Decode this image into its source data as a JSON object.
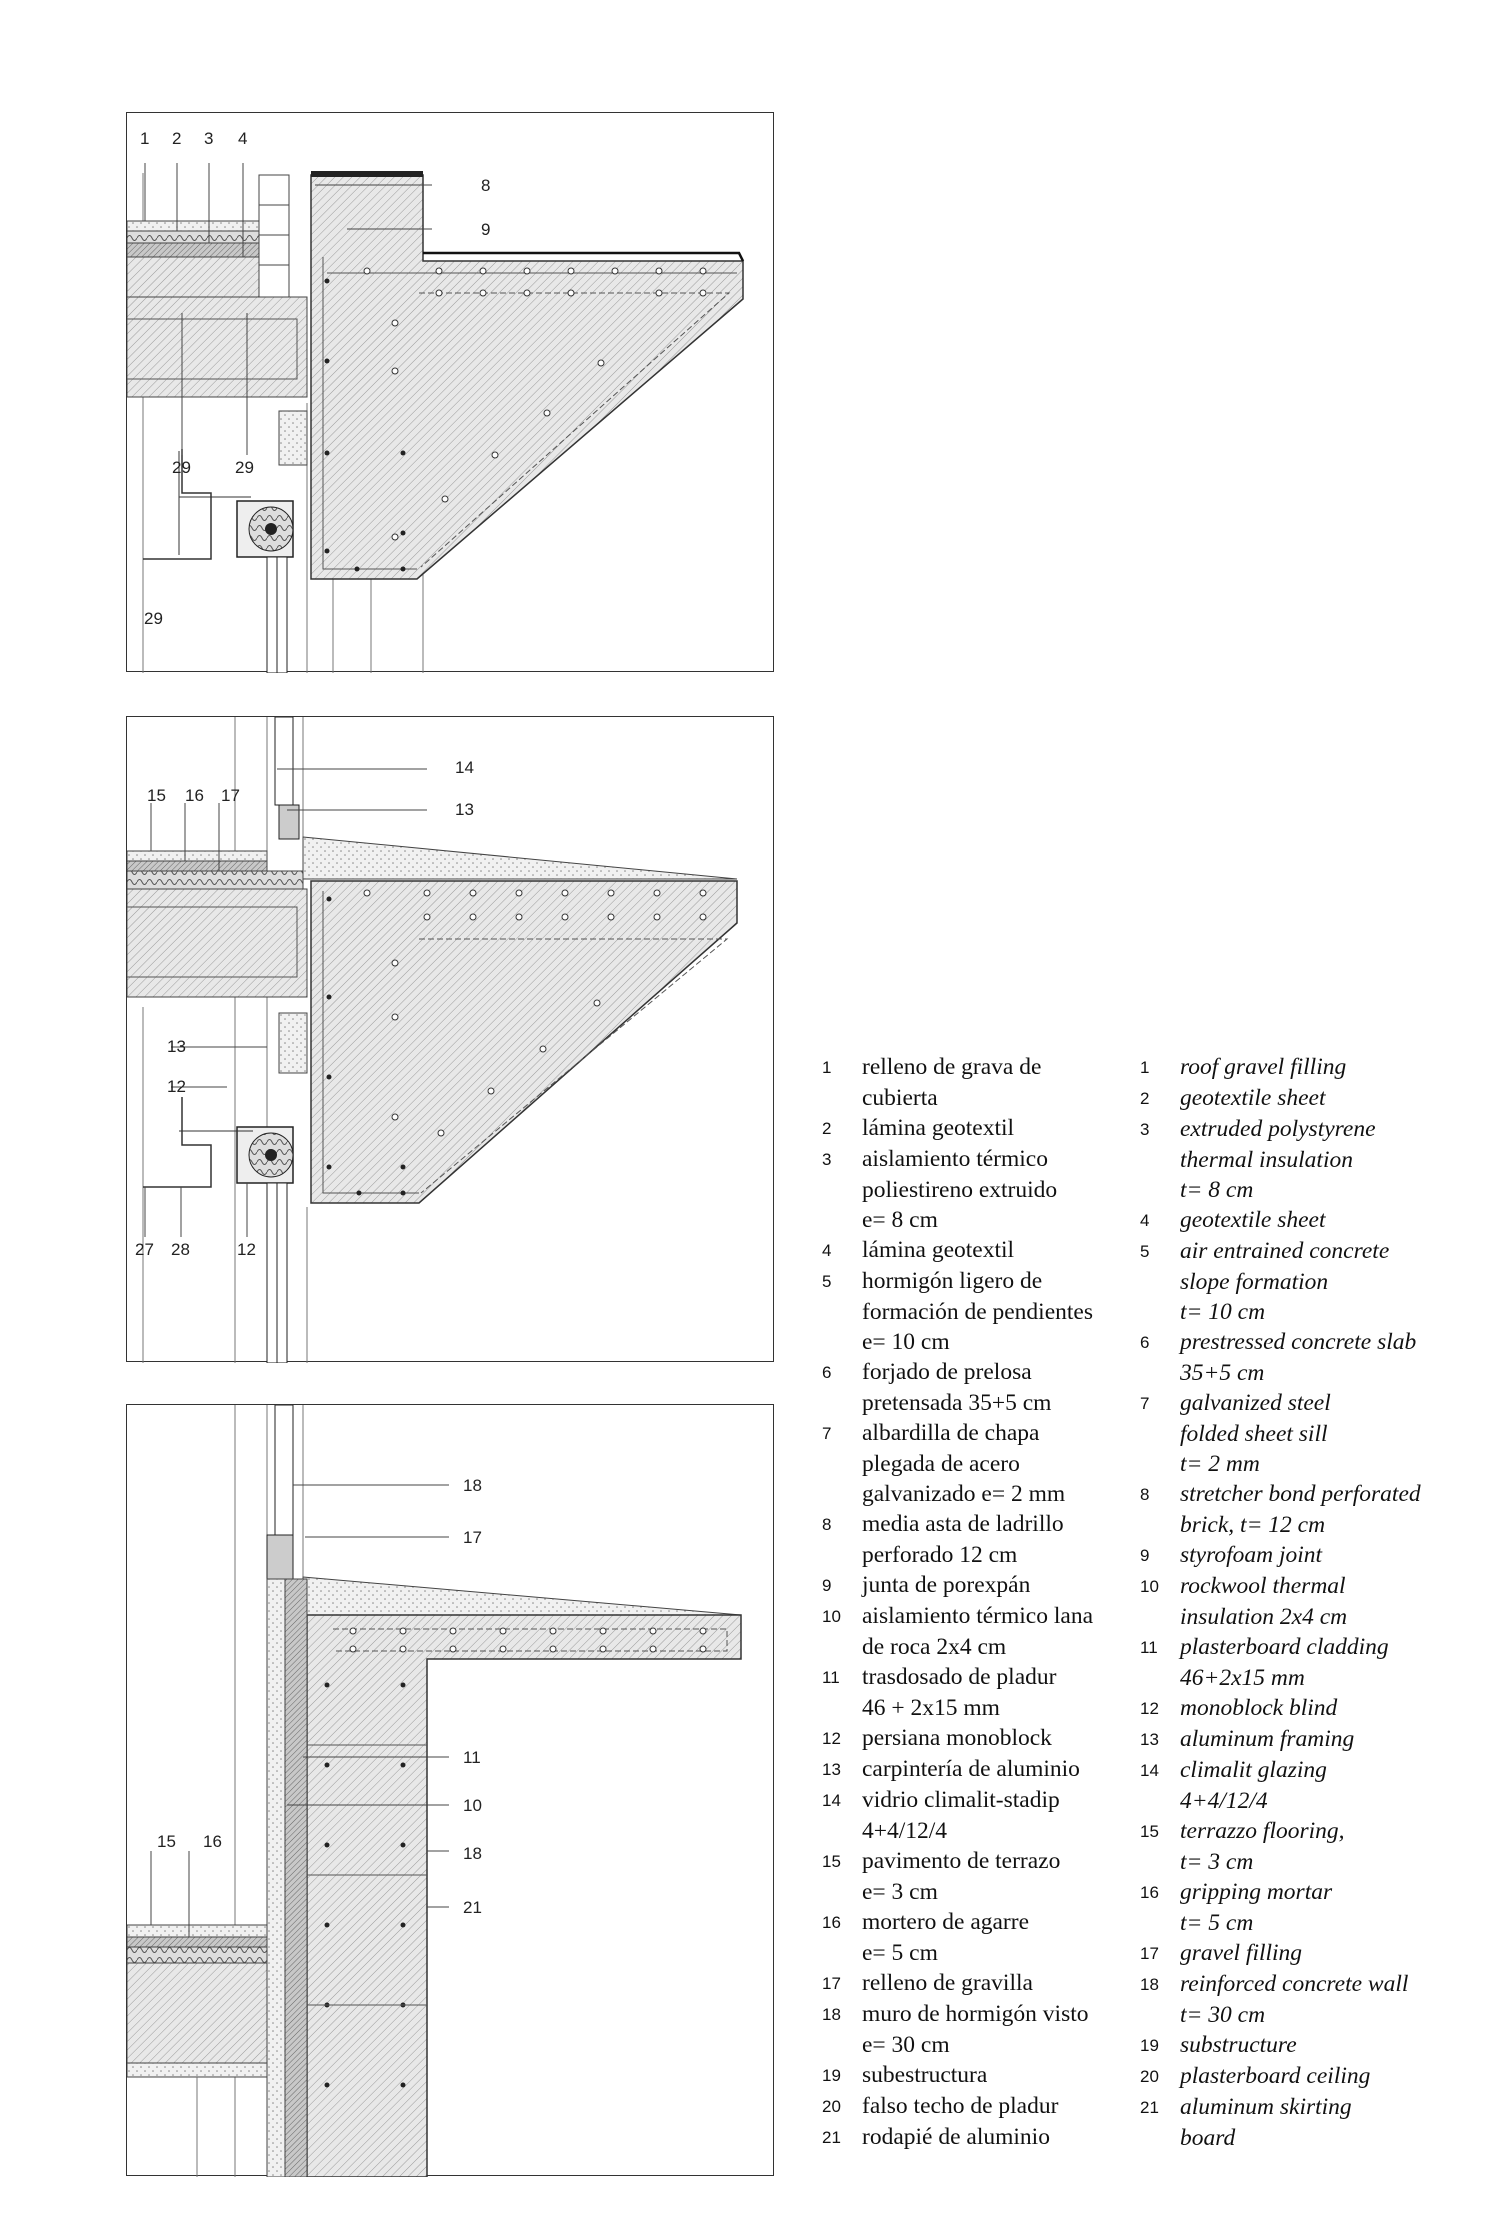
{
  "panels": {
    "top": {
      "callouts_top": [
        "1",
        "2",
        "3",
        "4"
      ],
      "callout_right_a": "8",
      "callout_right_b": "9",
      "callout_inner_a": "29",
      "callout_inner_b": "29",
      "callout_bottom": "29"
    },
    "middle": {
      "callout_right_a": "14",
      "callout_right_b": "13",
      "callouts_top": [
        "15",
        "16",
        "17"
      ],
      "callout_left_a": "13",
      "callout_left_b": "12",
      "callouts_bottom": [
        "27",
        "28",
        "12"
      ]
    },
    "bottom": {
      "callout_right": [
        "18",
        "17",
        "11",
        "10",
        "18",
        "21"
      ],
      "callouts_left": [
        "15",
        "16"
      ]
    }
  },
  "legend_es": [
    {
      "num": "1",
      "lines": [
        "relleno de grava de",
        "cubierta"
      ]
    },
    {
      "num": "2",
      "lines": [
        "lámina geotextil"
      ]
    },
    {
      "num": "3",
      "lines": [
        "aislamiento térmico",
        "poliestireno extruido",
        "e= 8 cm"
      ]
    },
    {
      "num": "4",
      "lines": [
        "lámina geotextil"
      ]
    },
    {
      "num": "5",
      "lines": [
        "hormigón ligero de",
        "formación de pendientes",
        "e= 10 cm"
      ]
    },
    {
      "num": "6",
      "lines": [
        "forjado de prelosa",
        "pretensada 35+5 cm"
      ]
    },
    {
      "num": "7",
      "lines": [
        "albardilla de chapa",
        "plegada de acero",
        "galvanizado e= 2 mm"
      ]
    },
    {
      "num": "8",
      "lines": [
        "media asta de ladrillo",
        "perforado 12 cm"
      ]
    },
    {
      "num": "9",
      "lines": [
        "junta de porexpán"
      ]
    },
    {
      "num": "10",
      "lines": [
        "aislamiento térmico lana",
        "de roca 2x4 cm"
      ]
    },
    {
      "num": "11",
      "lines": [
        "trasdosado de pladur",
        "46 + 2x15 mm"
      ]
    },
    {
      "num": "12",
      "lines": [
        "persiana monoblock"
      ]
    },
    {
      "num": "13",
      "lines": [
        "carpintería de aluminio"
      ]
    },
    {
      "num": "14",
      "lines": [
        "vidrio climalit-stadip",
        "4+4/12/4"
      ]
    },
    {
      "num": "15",
      "lines": [
        "pavimento de terrazo",
        "e= 3 cm"
      ]
    },
    {
      "num": "16",
      "lines": [
        "mortero de agarre",
        "e= 5 cm"
      ]
    },
    {
      "num": "17",
      "lines": [
        "relleno de gravilla"
      ]
    },
    {
      "num": "18",
      "lines": [
        "muro de hormigón visto",
        "e= 30 cm"
      ]
    },
    {
      "num": "19",
      "lines": [
        "subestructura"
      ]
    },
    {
      "num": "20",
      "lines": [
        "falso techo de pladur"
      ]
    },
    {
      "num": "21",
      "lines": [
        "rodapié de aluminio"
      ]
    }
  ],
  "legend_en": [
    {
      "num": "1",
      "lines": [
        "roof gravel filling"
      ]
    },
    {
      "num": "2",
      "lines": [
        "geotextile sheet"
      ]
    },
    {
      "num": "3",
      "lines": [
        "extruded polystyrene",
        "thermal insulation",
        "t= 8 cm"
      ]
    },
    {
      "num": "4",
      "lines": [
        "geotextile sheet"
      ]
    },
    {
      "num": "5",
      "lines": [
        "air entrained concrete",
        "slope formation",
        "t= 10 cm"
      ]
    },
    {
      "num": "6",
      "lines": [
        "prestressed concrete slab",
        "35+5 cm"
      ]
    },
    {
      "num": "7",
      "lines": [
        "galvanized steel",
        "folded sheet sill",
        "t= 2 mm"
      ]
    },
    {
      "num": "8",
      "lines": [
        "stretcher bond perforated",
        "brick, t= 12 cm"
      ]
    },
    {
      "num": "9",
      "lines": [
        "styrofoam joint"
      ]
    },
    {
      "num": "10",
      "lines": [
        "rockwool thermal",
        "insulation 2x4 cm"
      ]
    },
    {
      "num": "11",
      "lines": [
        "plasterboard cladding",
        "46+2x15 mm"
      ]
    },
    {
      "num": "12",
      "lines": [
        "monoblock blind"
      ]
    },
    {
      "num": "13",
      "lines": [
        "aluminum framing"
      ]
    },
    {
      "num": "14",
      "lines": [
        "climalit glazing",
        "4+4/12/4"
      ]
    },
    {
      "num": "15",
      "lines": [
        "terrazzo flooring,",
        "t= 3 cm"
      ]
    },
    {
      "num": "16",
      "lines": [
        "gripping mortar",
        "t= 5 cm"
      ]
    },
    {
      "num": "17",
      "lines": [
        "gravel filling"
      ]
    },
    {
      "num": "18",
      "lines": [
        "reinforced concrete wall",
        "t= 30 cm"
      ]
    },
    {
      "num": "19",
      "lines": [
        "substructure"
      ]
    },
    {
      "num": "20",
      "lines": [
        "plasterboard ceiling"
      ]
    },
    {
      "num": "21",
      "lines": [
        "aluminum skirting",
        "board"
      ]
    }
  ]
}
